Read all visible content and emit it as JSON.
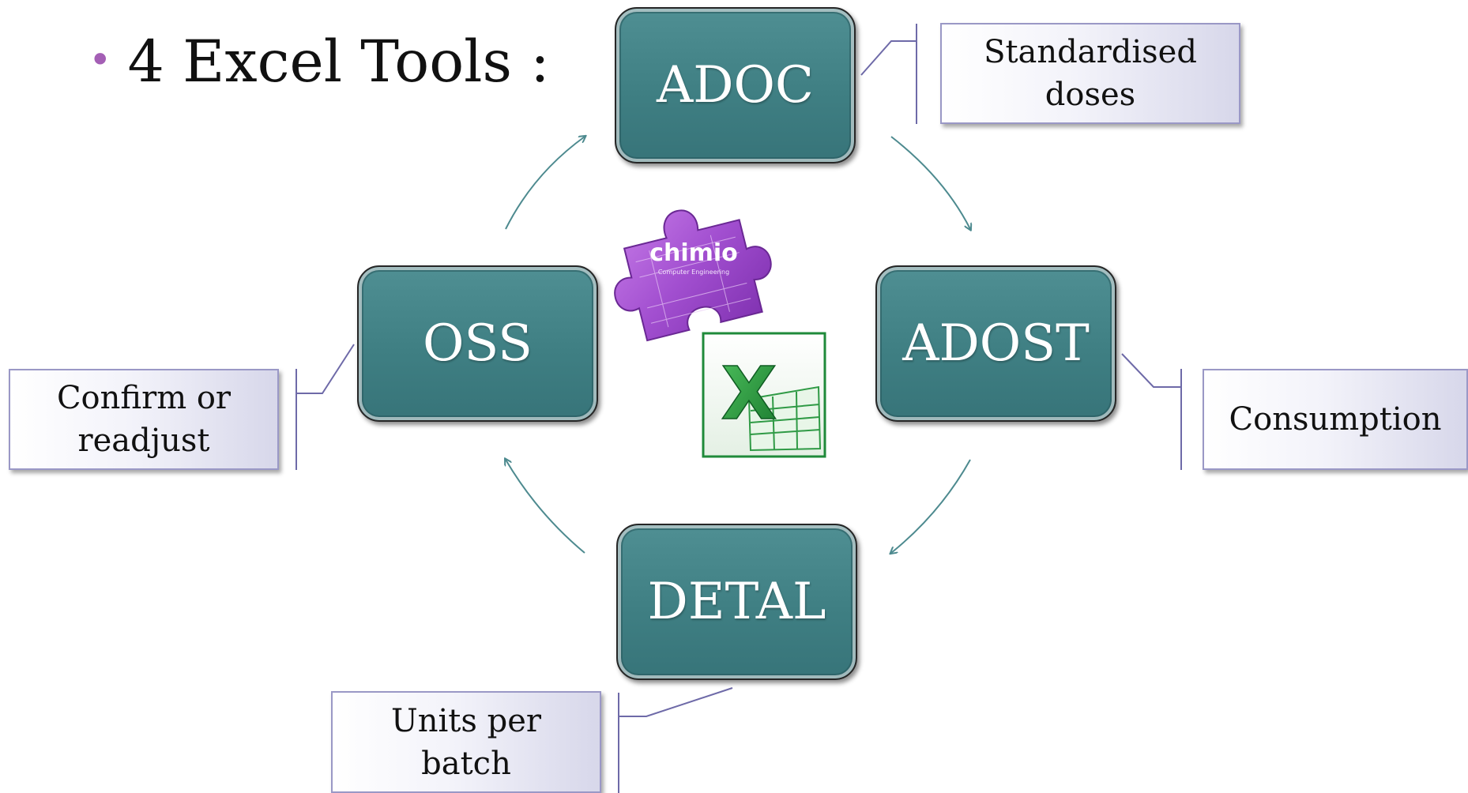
{
  "heading": {
    "bullet": "•",
    "text": "4 Excel Tools :"
  },
  "nodes": {
    "top": "ADOC",
    "right": "ADOST",
    "bottom": "DETAL",
    "left": "OSS"
  },
  "callouts": {
    "top": "Standardised\ndoses",
    "right": "Consumption",
    "bottom": "Units per\nbatch",
    "left": "Confirm or\nreadjust"
  },
  "center_logos": {
    "puzzle_brand": "chimio",
    "puzzle_tagline": "Computer Engineering",
    "excel_letter": "X"
  },
  "colors": {
    "node_fill": "#437f84",
    "arrow": "#4d8a8f",
    "bullet": "#a45fb5",
    "callout_border": "#9a98c6",
    "puzzle": "#a24fd0",
    "excel_green": "#1f8a3a"
  },
  "icons": {
    "puzzle": "puzzle-piece-icon",
    "excel": "excel-icon"
  }
}
